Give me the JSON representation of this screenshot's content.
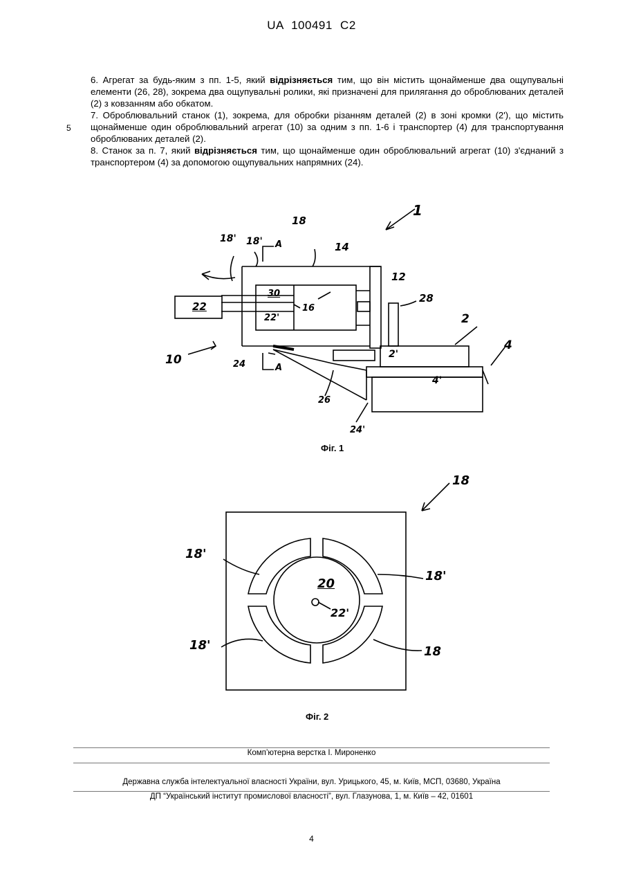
{
  "header": {
    "code": "UA   100491   C2"
  },
  "claims": {
    "c6_a": "6. Агрегат за будь-яким з пп. 1-5, який ",
    "c6_b": "відрізняється",
    "c6_c": " тим, що він містить щонайменше два ощупувальні елементи (26, 28), зокрема два ощупувальні ролики, які призначені для прилягання до оброблюваних деталей (2) з ковзанням або обкатом.",
    "c7": "7. Оброблювальний станок (1), зокрема, для обробки різанням деталей (2) в зоні кромки (2'), що містить щонайменше один оброблювальний агрегат (10) за одним з пп. 1-6 і транспортер (4) для транспортування оброблюваних деталей (2).",
    "c8_a": "8. Станок за п. 7, який ",
    "c8_b": "відрізняється",
    "c8_c": " тим, що щонайменше один оброблювальний агрегат (10) з'єднаний з транспортером (4) за допомогою ощупувальних напрямних (24)."
  },
  "line_number": "5",
  "figure1": {
    "caption": "Фiг. 1",
    "labels": {
      "l1": "1",
      "l18a": "18'",
      "l18b": "18'",
      "l18c": "18",
      "lA1": "A",
      "lA2": "A",
      "l14": "14",
      "l12": "12",
      "l30": "30",
      "l16": "16",
      "l22": "22",
      "l22p": "22'",
      "l28": "28",
      "l2": "2",
      "l4": "4",
      "l10": "10",
      "l24": "24",
      "l2p": "2'",
      "l26": "26",
      "l4p": "4'",
      "l24p": "24'"
    }
  },
  "figure2": {
    "caption": "Фiг. 2",
    "labels": {
      "l18top": "18",
      "l18tl": "18'",
      "l18tr": "18'",
      "l18bl": "18'",
      "l18br": "18",
      "l20": "20",
      "l22p": "22'"
    }
  },
  "footer": {
    "layout": "Комп’ютерна верстка І. Мироненко",
    "service": "Державна служба інтелектуальної власності України, вул. Урицького, 45, м. Київ, МСП, 03680, Україна",
    "institute": "ДП “Український інститут промислової власності”, вул. Глазунова, 1, м. Київ – 42, 01601"
  },
  "page_number": "4"
}
